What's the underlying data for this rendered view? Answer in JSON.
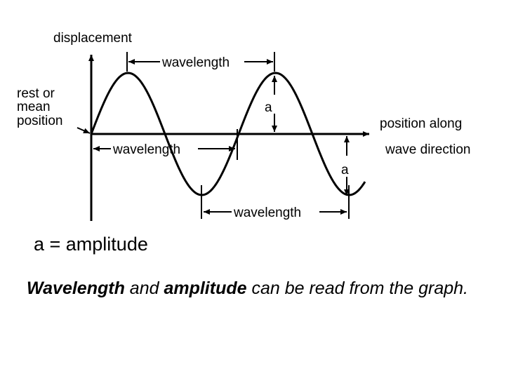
{
  "diagram": {
    "y_axis_label": "displacement",
    "x_axis_label_line1": "position along",
    "x_axis_label_line2": "wave direction",
    "rest_label_line1": "rest or",
    "rest_label_line2": "mean",
    "rest_label_line3": "position",
    "wavelength_label": "wavelength",
    "amplitude_symbol": "a"
  },
  "caption": "a = amplitude",
  "note": {
    "wavelength_word": "Wavelength",
    "and_word": " and ",
    "amplitude_word": "amplitude",
    "rest_text": " can be read from the graph."
  },
  "colors": {
    "ink": "#000000",
    "background": "#ffffff"
  }
}
